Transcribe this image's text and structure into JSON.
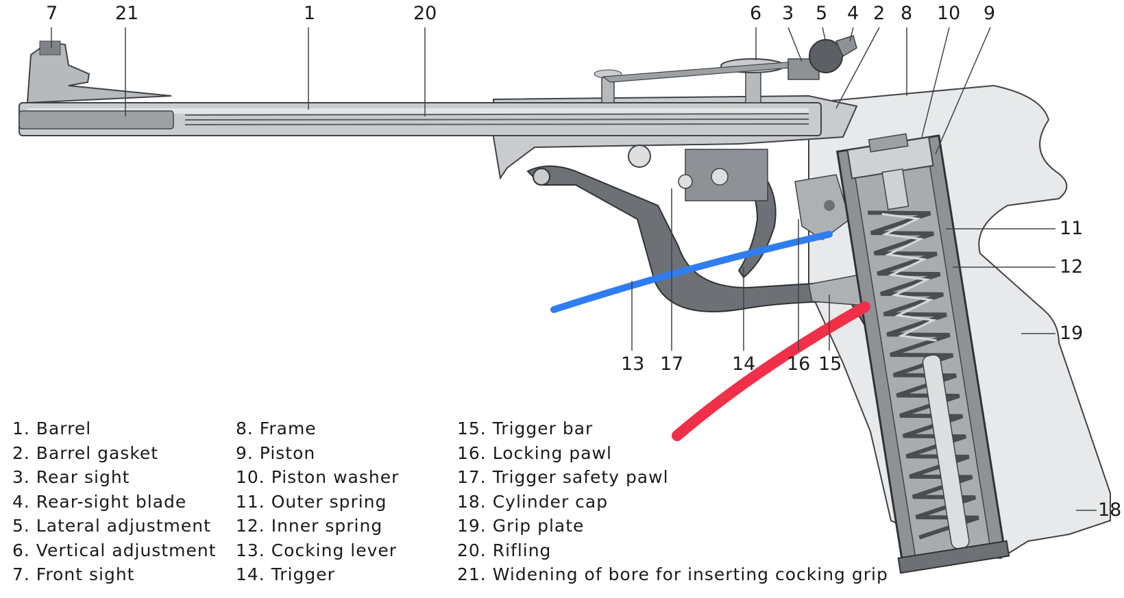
{
  "colors": {
    "metal": "#c9cbcd",
    "metal_light": "#dcdedf",
    "metal_dark": "#6d7074",
    "frame_cut": "#e8e9ea",
    "outline": "#3f4246",
    "blue_mark": "#2f7df0",
    "red_mark": "#f03048"
  },
  "callouts": [
    "7",
    "21",
    "1",
    "20",
    "6",
    "3",
    "5",
    "4",
    "2",
    "8",
    "10",
    "9",
    "11",
    "12",
    "19",
    "18",
    "13",
    "17",
    "14",
    "16",
    "15"
  ],
  "legend": {
    "column_1": [
      "1. Barrel",
      "2. Barrel gasket",
      "3. Rear sight",
      "4. Rear-sight blade",
      "5. Lateral adjustment",
      "6. Vertical adjustment",
      "7. Front sight"
    ],
    "column_2": [
      "8. Frame",
      "9. Piston",
      "10. Piston washer",
      "11. Outer spring",
      "12. Inner spring",
      "13. Cocking lever",
      "14. Trigger"
    ],
    "column_3": [
      "15. Trigger bar",
      "16. Locking pawl",
      "17. Trigger safety pawl",
      "18. Cylinder cap",
      "19. Grip plate",
      "20. Rifling",
      "21. Widening of bore for inserting cocking grip"
    ]
  }
}
